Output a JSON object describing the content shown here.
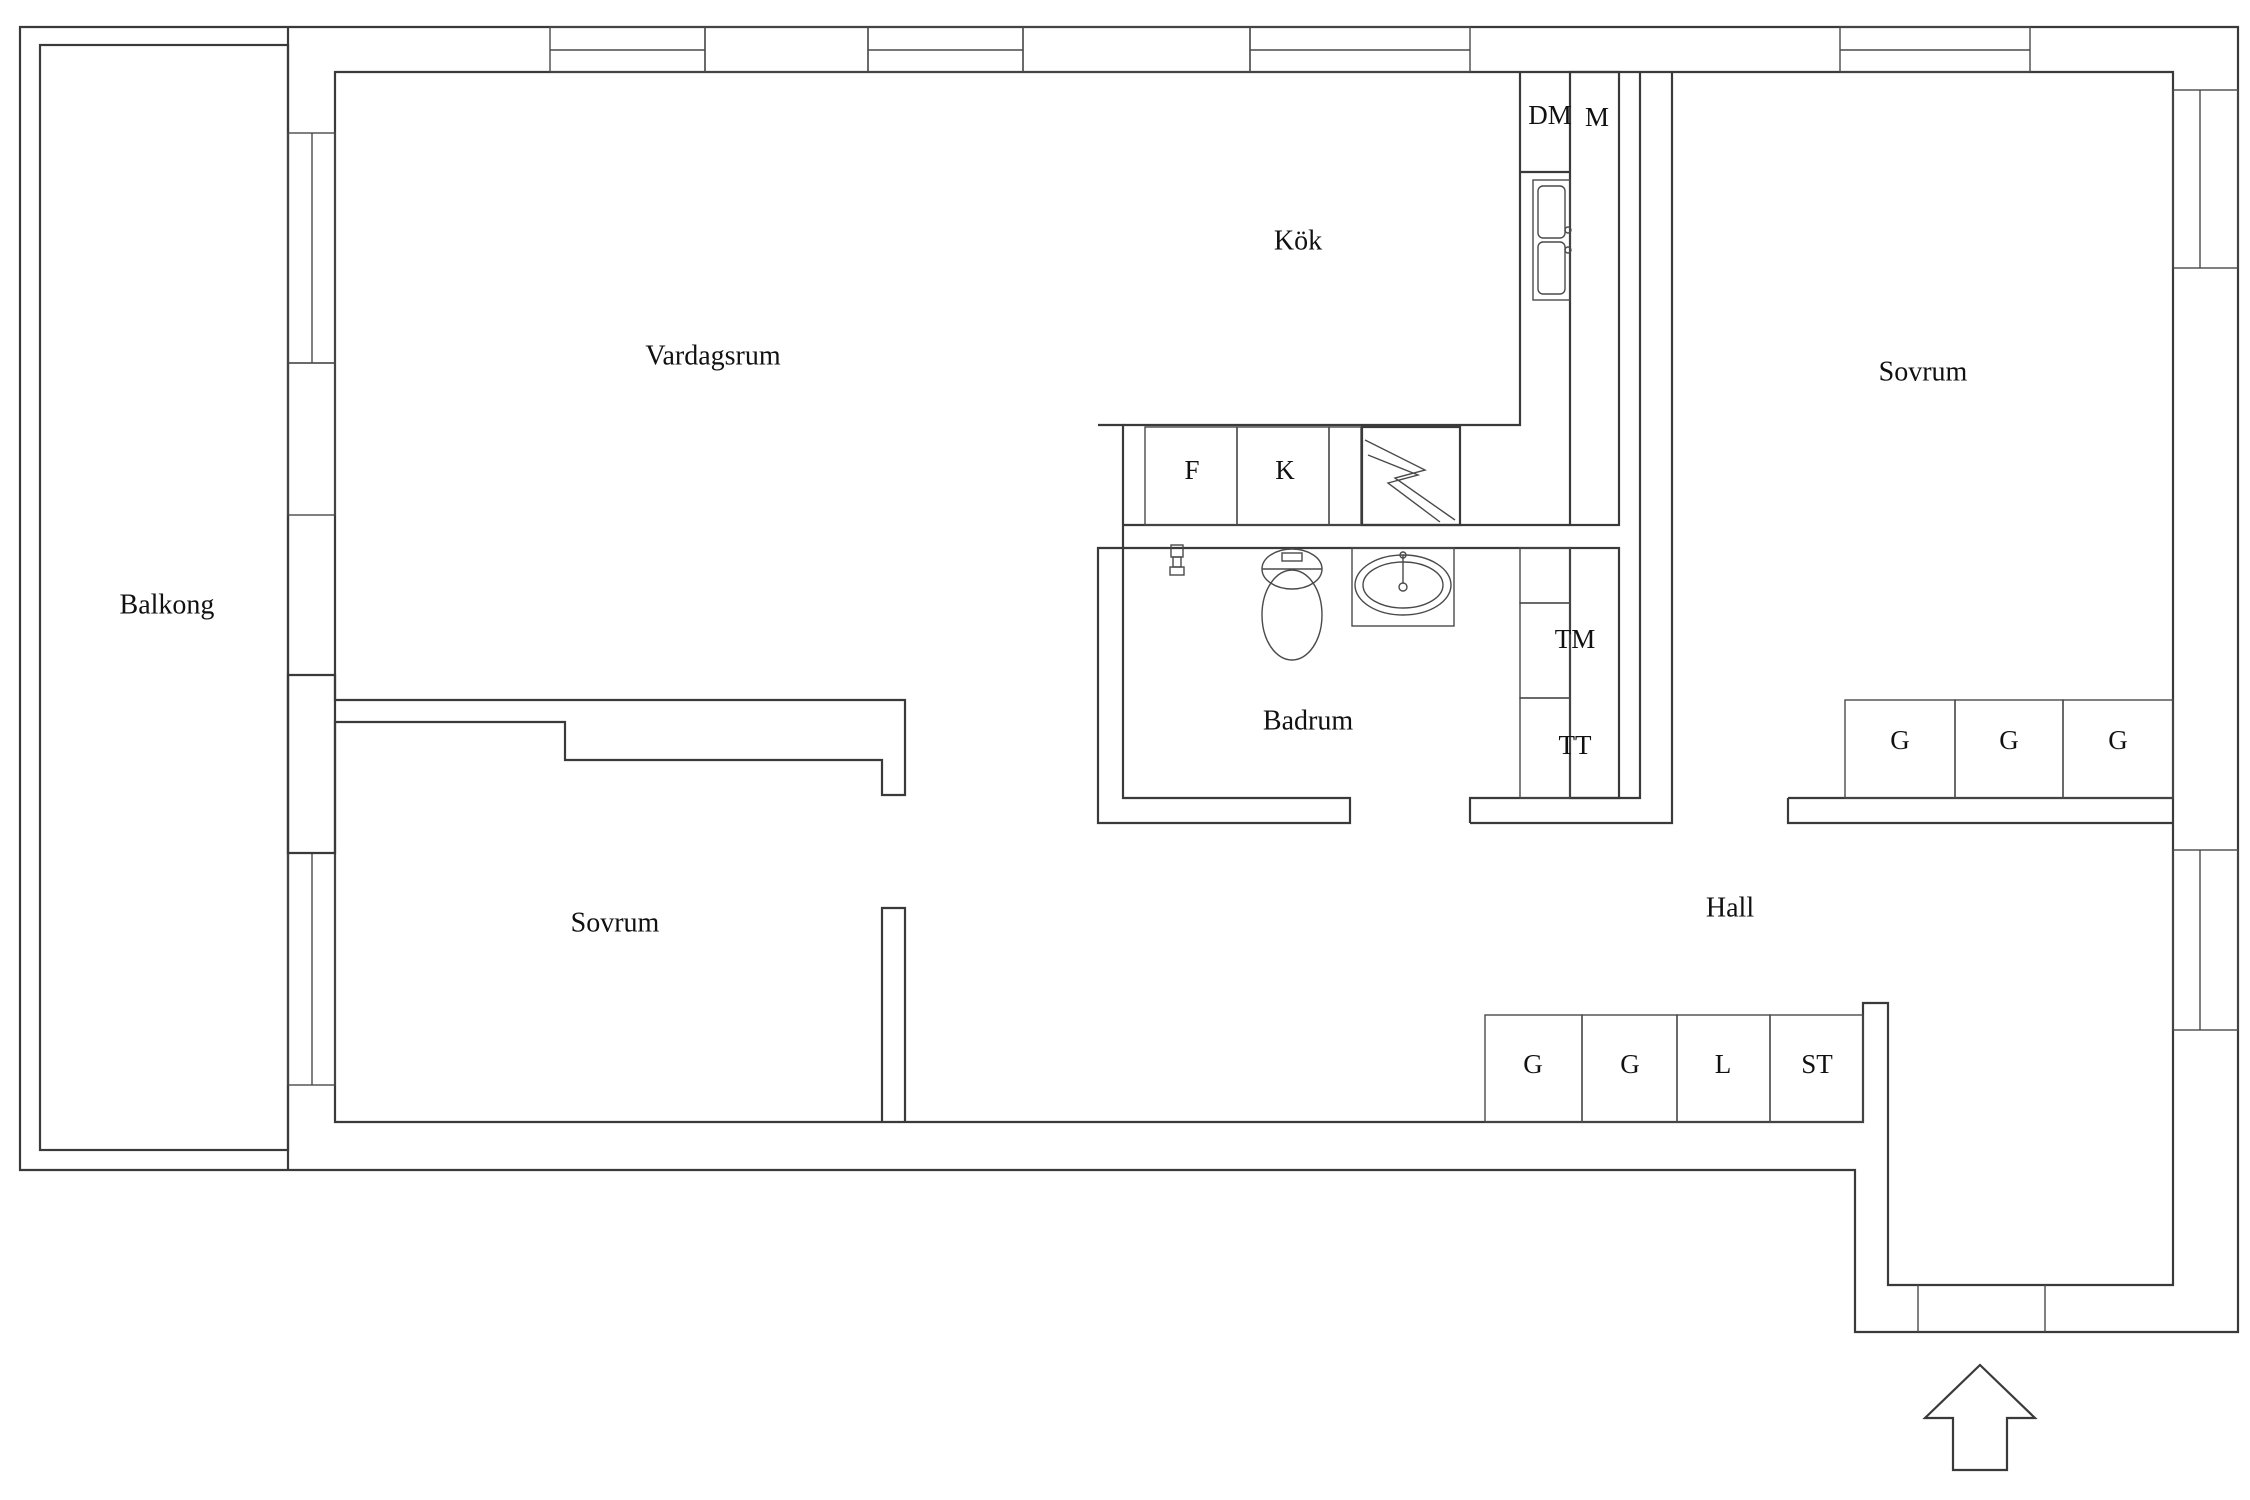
{
  "rooms": {
    "balcony": "Balkong",
    "living_room": "Vardagsrum",
    "kitchen": "Kök",
    "bedroom_right": "Sovrum",
    "bedroom_left": "Sovrum",
    "bathroom": "Badrum",
    "hall": "Hall"
  },
  "fixtures": {
    "dishwasher": "DM",
    "microwave": "M",
    "freezer": "F",
    "fridge": "K",
    "washing_machine": "TM",
    "dryer": "TT",
    "bedroom_wardrobes": [
      "G",
      "G",
      "G"
    ],
    "hall_wardrobes": [
      "G",
      "G",
      "L",
      "ST"
    ]
  },
  "icons": [
    "entrance-arrow-icon",
    "sink-icon",
    "toilet-icon",
    "washbasin-icon",
    "shower-icon",
    "stove-icon"
  ],
  "colors": {
    "line": "#3a3a3a",
    "background": "#ffffff",
    "text": "#111111"
  }
}
